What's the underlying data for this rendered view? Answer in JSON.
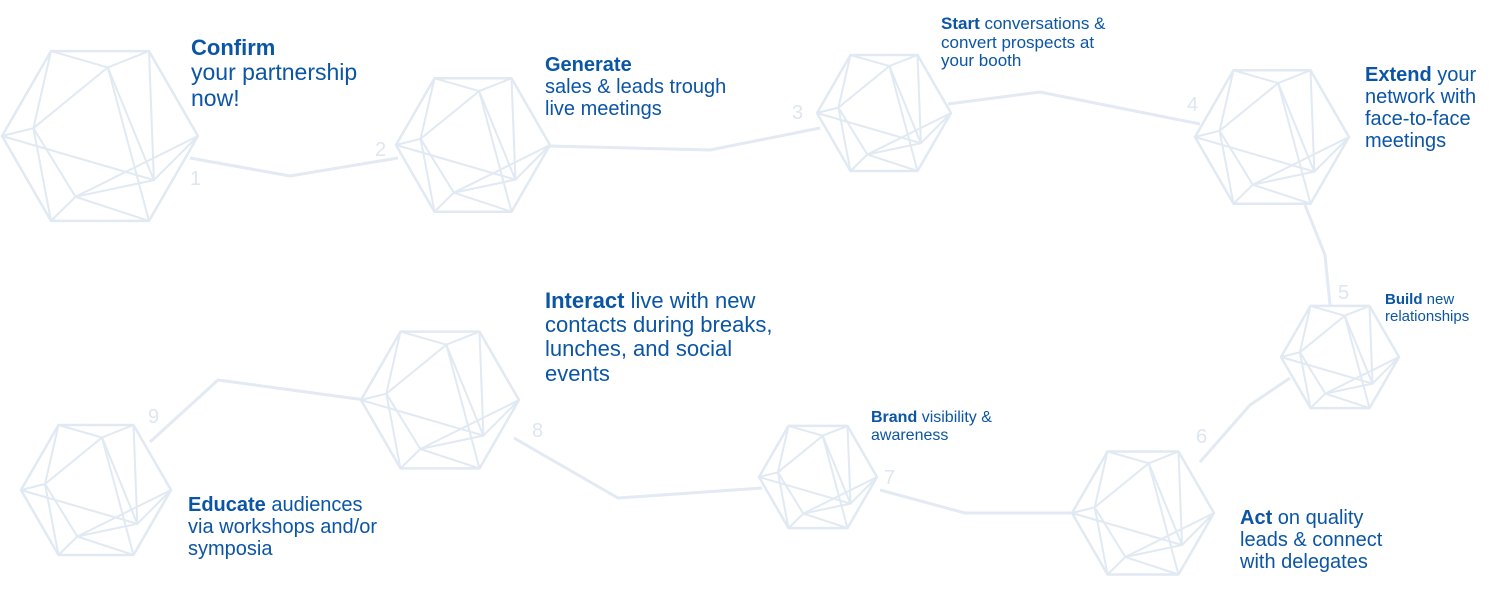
{
  "steps": [
    {
      "n": "1",
      "head": "Confirm",
      "rest": "your partnership now!"
    },
    {
      "n": "2",
      "head": "Generate",
      "rest": "sales & leads trough live meetings"
    },
    {
      "n": "3",
      "head": "Start",
      "rest": "conversations & convert prospects at your booth"
    },
    {
      "n": "4",
      "head": "Extend",
      "rest": "your network with face-to-face meetings"
    },
    {
      "n": "5",
      "head": "Build",
      "rest": "new relationships"
    },
    {
      "n": "6",
      "head": "Act",
      "rest": "on quality leads & connect with delegates"
    },
    {
      "n": "7",
      "head": "Brand",
      "rest": "visibility & awareness"
    },
    {
      "n": "8",
      "head": "Interact",
      "rest": "live with new contacts during breaks, lunches, and social events"
    },
    {
      "n": "9",
      "head": "Educate",
      "rest": "audiences via workshops and/or symposia"
    }
  ],
  "colors": {
    "text": "#0b55a5",
    "shape": "#e1e9f3",
    "number": "#dde6f1"
  }
}
